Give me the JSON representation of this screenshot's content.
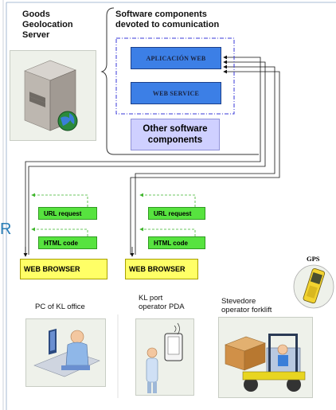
{
  "server": {
    "title": "Goods\nGeolocation\nServer"
  },
  "components": {
    "title": "Software components\ndevoted to comunication",
    "aplicacion_web": "APLICACIÓN WEB",
    "web_service": "WEB SERVICE",
    "other": "Other software\ncomponents"
  },
  "flow": {
    "url_request": "URL request",
    "html_code": "HTML code",
    "web_browser": "WEB BROWSER"
  },
  "devices": {
    "pc_label": "PC of KL office",
    "pda_label": "KL port\noperator PDA",
    "forklift_label": "Stevedore\noperator forklift",
    "gps_label": "GPS",
    "edge_letter": "R"
  }
}
